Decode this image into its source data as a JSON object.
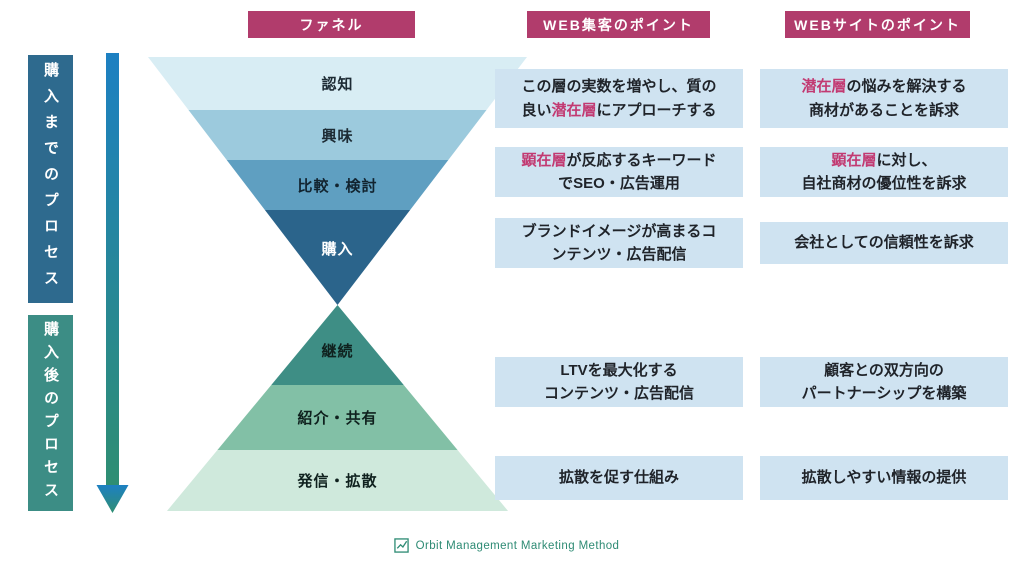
{
  "headers": {
    "funnel": {
      "label": "ファネル"
    },
    "attract": {
      "label": "WEB集客のポイント"
    },
    "site": {
      "label": "WEBサイトのポイント"
    }
  },
  "side_labels": {
    "before_purchase": "購入までのプロセス",
    "after_purchase": "購入後のプロセス"
  },
  "funnel": {
    "top_stages": [
      {
        "label": "認知",
        "color": "#d8edf4",
        "text_color": "#1d2b34"
      },
      {
        "label": "興味",
        "color": "#9ccadd",
        "text_color": "#1d2b34"
      },
      {
        "label": "比較・検討",
        "color": "#5f9fc1",
        "text_color": "#122430"
      },
      {
        "label": "購入",
        "color": "#2b648b",
        "text_color": "#ffffff"
      }
    ],
    "bottom_stages": [
      {
        "label": "継続",
        "color": "#3e8e85",
        "text_color": "#0f211e"
      },
      {
        "label": "紹介・共有",
        "color": "#82c0a6",
        "text_color": "#0f211e"
      },
      {
        "label": "発信・拡散",
        "color": "#cfe9dc",
        "text_color": "#0f211e"
      }
    ]
  },
  "web_attract_boxes": [
    {
      "lines": [
        [
          {
            "t": "この層の実数を増やし、質の"
          }
        ],
        [
          {
            "t": "良い"
          },
          {
            "t": "潜在層",
            "hl": true
          },
          {
            "t": "にアプローチする"
          }
        ]
      ]
    },
    {
      "lines": [
        [
          {
            "t": "顕在層",
            "hl": true
          },
          {
            "t": "が反応するキーワード"
          }
        ],
        [
          {
            "t": "でSEO・広告運用"
          }
        ]
      ]
    },
    {
      "lines": [
        [
          {
            "t": "ブランドイメージが高まるコ"
          }
        ],
        [
          {
            "t": "ンテンツ・広告配信"
          }
        ]
      ]
    },
    {
      "lines": [
        [
          {
            "t": "LTVを最大化する"
          }
        ],
        [
          {
            "t": "コンテンツ・広告配信"
          }
        ]
      ]
    },
    {
      "lines": [
        [
          {
            "t": "拡散を促す仕組み"
          }
        ]
      ]
    }
  ],
  "web_site_boxes": [
    {
      "lines": [
        [
          {
            "t": "潜在層",
            "hl": true
          },
          {
            "t": "の悩みを解決する"
          }
        ],
        [
          {
            "t": "商材があることを訴求"
          }
        ]
      ]
    },
    {
      "lines": [
        [
          {
            "t": "顕在層",
            "hl": true
          },
          {
            "t": "に対し、"
          }
        ],
        [
          {
            "t": "自社商材の優位性を訴求"
          }
        ]
      ]
    },
    {
      "lines": [
        [
          {
            "t": "会社としての信頼性を訴求"
          }
        ]
      ]
    },
    {
      "lines": [
        [
          {
            "t": "顧客との双方向の"
          }
        ],
        [
          {
            "t": "パートナーシップを構築"
          }
        ]
      ]
    },
    {
      "lines": [
        [
          {
            "t": "拡散しやすい情報の提供"
          }
        ]
      ]
    }
  ],
  "colors": {
    "badge": "#b13c6c",
    "highlight": "#c23a72",
    "info_box": "#cfe3f1",
    "side_before": "#2e6a8e",
    "side_after": "#3c8d85",
    "arrow_top": "#1d80c2",
    "arrow_bottom": "#2f8e72",
    "brand": "#2e8b74"
  },
  "footer": {
    "brand": "Orbit Management Marketing Method"
  }
}
